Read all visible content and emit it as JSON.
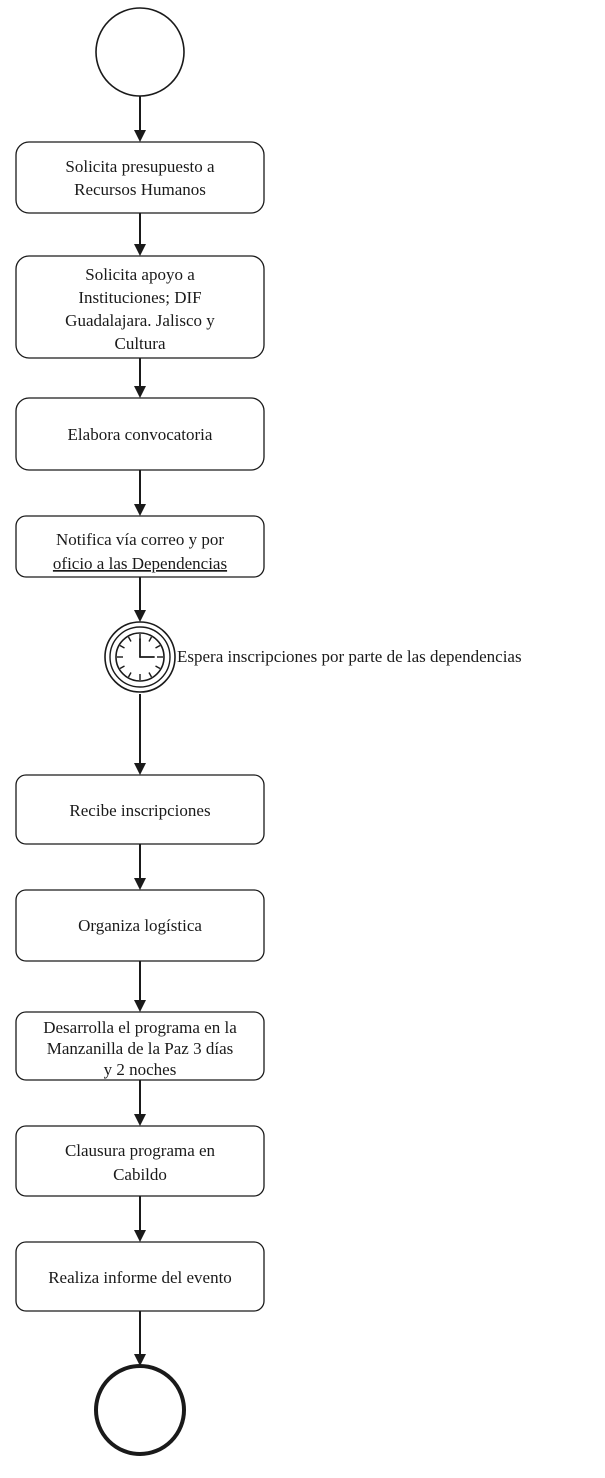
{
  "steps": [
    {
      "lines": [
        "Solicita presupuesto a",
        "Recursos Humanos"
      ]
    },
    {
      "lines": [
        "Solicita apoyo a",
        "Instituciones; DIF",
        "Guadalajara. Jalisco y",
        "Cultura"
      ]
    },
    {
      "lines": [
        "Elabora convocatoria"
      ]
    },
    {
      "lines": [
        "Notifica vía correo y por",
        "oficio a las Dependencias"
      ]
    },
    {
      "lines": [
        "Recibe inscripciones"
      ]
    },
    {
      "lines": [
        "Organiza logística"
      ]
    },
    {
      "lines": [
        "Desarrolla el programa en la",
        "Manzanilla de la Paz 3 días",
        "y 2 noches"
      ]
    },
    {
      "lines": [
        "Clausura programa en",
        "Cabildo"
      ]
    },
    {
      "lines": [
        "Realiza informe del evento"
      ]
    }
  ],
  "timer_event": {
    "label": "Espera inscripciones por parte de las dependencias"
  },
  "colors": {
    "stroke": "#1a1a1a",
    "fill": "#ffffff"
  }
}
